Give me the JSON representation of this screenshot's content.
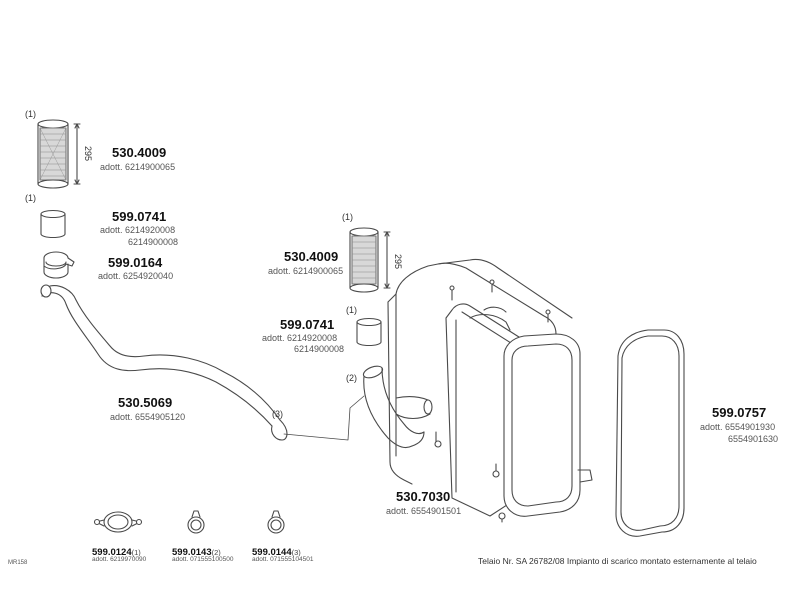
{
  "parts": {
    "p1": {
      "code": "530.4009",
      "qty": "(1)",
      "dim": "295",
      "adott": "adott. 6214900065"
    },
    "p2": {
      "code": "599.0741",
      "qty": "(1)",
      "adott1": "adott. 6214920008",
      "adott2": "6214900008"
    },
    "p3": {
      "code": "599.0164",
      "adott": "adott. 6254920040"
    },
    "p4": {
      "code": "530.5069",
      "qty": "(3)",
      "adott": "adott. 6554905120"
    },
    "p5": {
      "code": "530.4009",
      "qty": "(1)",
      "dim": "295",
      "adott": "adott. 6214900065"
    },
    "p6": {
      "code": "599.0741",
      "qty": "(1)",
      "adott1": "adott. 6214920008",
      "adott2": "6214900008"
    },
    "p7": {
      "qty": "(2)"
    },
    "p8": {
      "code": "530.7030",
      "adott": "adott. 6554901501"
    },
    "p9": {
      "code": "599.0757",
      "adott1": "adott. 6554901930",
      "adott2": "6554901630"
    }
  },
  "clamps": [
    {
      "code": "599.0124",
      "qty": "(1)",
      "adott": "adott. 6219970090"
    },
    {
      "code": "599.0143",
      "qty": "(2)",
      "adott": "adott. 071555100500"
    },
    {
      "code": "599.0144",
      "qty": "(3)",
      "adott": "adott. 071555104501"
    }
  ],
  "footer": {
    "ref": "MR158",
    "note": "Telaio Nr. SA 26782/08  Impianto di scarico montato esternamente al telaio"
  },
  "colors": {
    "line": "#4a4a4a",
    "fill": "#ffffff",
    "mesh": "#8a8a8a"
  }
}
